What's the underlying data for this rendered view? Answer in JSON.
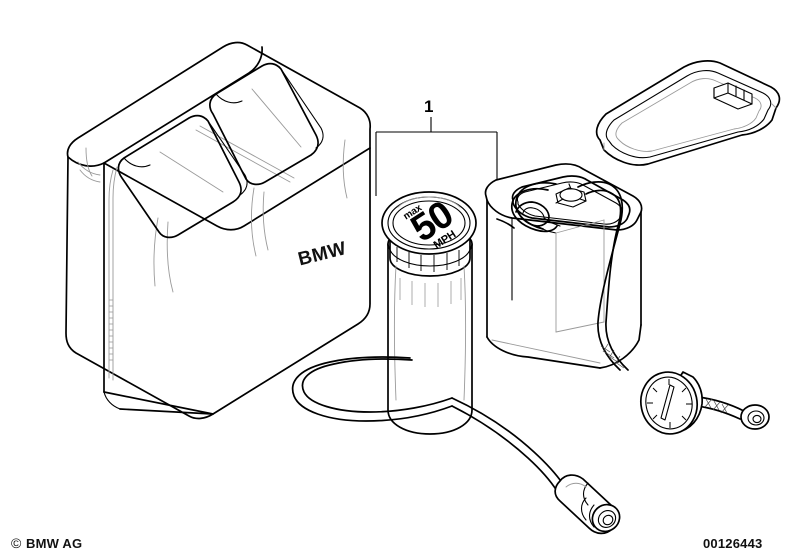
{
  "document": {
    "type": "parts-catalog-illustration",
    "subject": "BMW Mobility System tyre repair kit",
    "background_color": "#ffffff",
    "line_color": "#000000"
  },
  "callouts": [
    {
      "id": "1",
      "label": "1",
      "target": "mobility-system-kit"
    }
  ],
  "labels": {
    "bag_logo": "BMW",
    "cap_max": "max",
    "cap_speed": "50",
    "cap_unit": "MPH"
  },
  "footer": {
    "copyright_symbol": "©",
    "copyright_text": "BMW AG",
    "part_number": "00126443"
  },
  "parts": {
    "storage_bag": {
      "name": "Storage bag",
      "brand_text": "BMW"
    },
    "sealant_bottle": {
      "name": "Tyre sealant bottle",
      "cap_warning": "max 50 MPH"
    },
    "compressor": {
      "name": "Air compressor"
    },
    "lid_tray": {
      "name": "Compressor lid / tray"
    },
    "pressure_gauge": {
      "name": "Pressure gauge"
    },
    "power_plug": {
      "name": "12V power plug"
    },
    "air_hose": {
      "name": "Air hose"
    },
    "power_cord": {
      "name": "Power cord"
    }
  }
}
